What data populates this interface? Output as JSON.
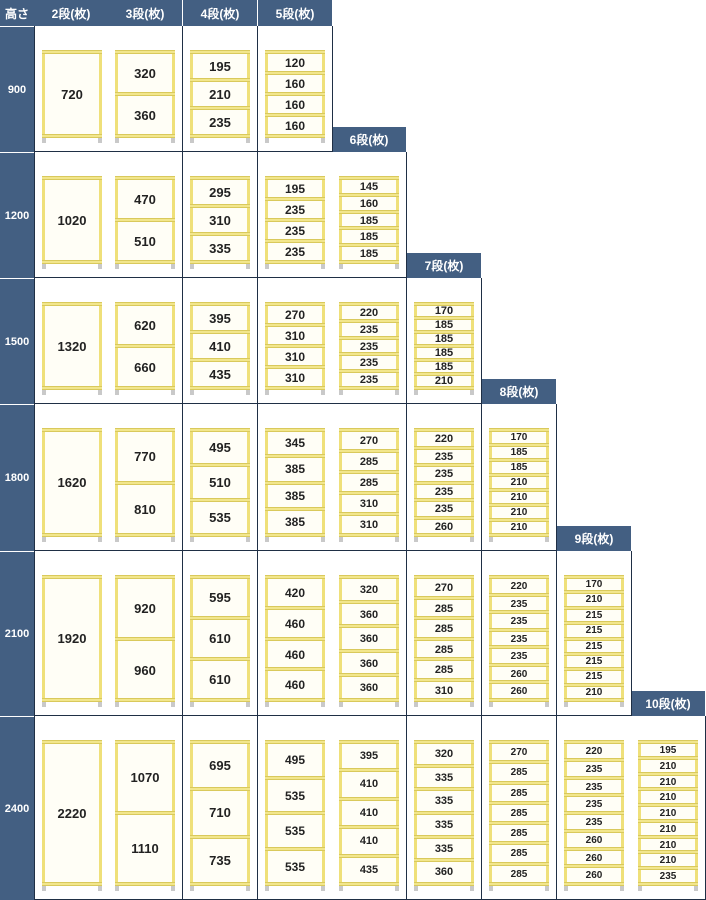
{
  "corner_label": "高さ",
  "column_headers": [
    "2段(枚)",
    "3段(枚)",
    "4段(枚)",
    "5段(枚)",
    "6段(枚)",
    "7段(枚)",
    "8段(枚)",
    "9段(枚)",
    "10段(枚)"
  ],
  "rows": [
    {
      "height": "900",
      "cells": [
        [
          "720"
        ],
        [
          "320",
          "360"
        ],
        [
          "195",
          "210",
          "235"
        ],
        [
          "120",
          "160",
          "160",
          "160"
        ]
      ]
    },
    {
      "height": "1200",
      "cells": [
        [
          "1020"
        ],
        [
          "470",
          "510"
        ],
        [
          "295",
          "310",
          "335"
        ],
        [
          "195",
          "235",
          "235",
          "235"
        ],
        [
          "145",
          "160",
          "185",
          "185",
          "185"
        ]
      ]
    },
    {
      "height": "1500",
      "cells": [
        [
          "1320"
        ],
        [
          "620",
          "660"
        ],
        [
          "395",
          "410",
          "435"
        ],
        [
          "270",
          "310",
          "310",
          "310"
        ],
        [
          "220",
          "235",
          "235",
          "235",
          "235"
        ],
        [
          "170",
          "185",
          "185",
          "185",
          "185",
          "210"
        ]
      ]
    },
    {
      "height": "1800",
      "cells": [
        [
          "1620"
        ],
        [
          "770",
          "810"
        ],
        [
          "495",
          "510",
          "535"
        ],
        [
          "345",
          "385",
          "385",
          "385"
        ],
        [
          "270",
          "285",
          "285",
          "310",
          "310"
        ],
        [
          "220",
          "235",
          "235",
          "235",
          "235",
          "260"
        ],
        [
          "170",
          "185",
          "185",
          "210",
          "210",
          "210",
          "210"
        ]
      ]
    },
    {
      "height": "2100",
      "cells": [
        [
          "1920"
        ],
        [
          "920",
          "960"
        ],
        [
          "595",
          "610",
          "610"
        ],
        [
          "420",
          "460",
          "460",
          "460"
        ],
        [
          "320",
          "360",
          "360",
          "360",
          "360"
        ],
        [
          "270",
          "285",
          "285",
          "285",
          "285",
          "310"
        ],
        [
          "220",
          "235",
          "235",
          "235",
          "235",
          "260",
          "260"
        ],
        [
          "170",
          "210",
          "215",
          "215",
          "215",
          "215",
          "215",
          "210"
        ]
      ]
    },
    {
      "height": "2400",
      "cells": [
        [
          "2220"
        ],
        [
          "1070",
          "1110"
        ],
        [
          "695",
          "710",
          "735"
        ],
        [
          "495",
          "535",
          "535",
          "535"
        ],
        [
          "395",
          "410",
          "410",
          "410",
          "435"
        ],
        [
          "320",
          "335",
          "335",
          "335",
          "335",
          "360"
        ],
        [
          "270",
          "285",
          "285",
          "285",
          "285",
          "285",
          "285"
        ],
        [
          "220",
          "235",
          "235",
          "235",
          "235",
          "260",
          "260",
          "260"
        ],
        [
          "195",
          "210",
          "210",
          "210",
          "210",
          "210",
          "210",
          "210",
          "235"
        ]
      ]
    }
  ]
}
